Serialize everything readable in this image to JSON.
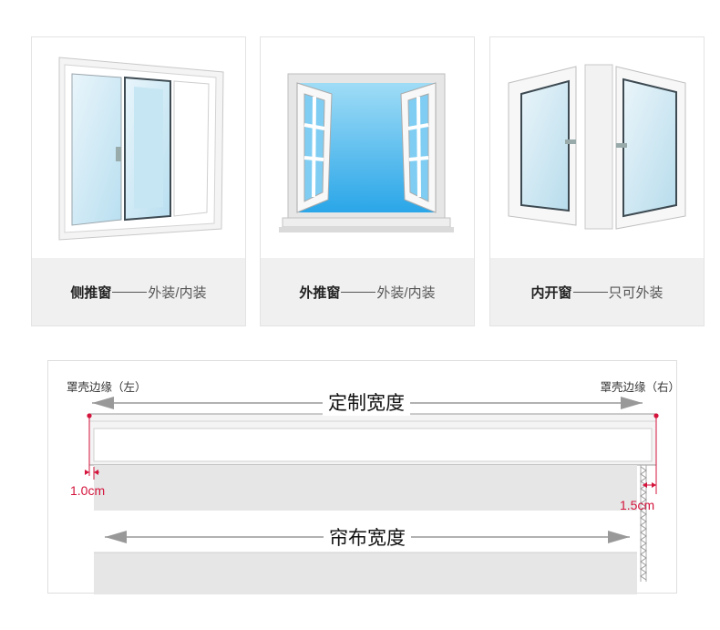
{
  "cards": [
    {
      "name": "侧推窗",
      "note": "外装/内装"
    },
    {
      "name": "外推窗",
      "note": "外装/内装"
    },
    {
      "name": "内开窗",
      "note": "只可外装"
    }
  ],
  "diagram": {
    "left_label": "罩壳边缘（左）",
    "right_label": "罩壳边缘（右）",
    "custom_width": "定制宽度",
    "curtain_width": "帘布宽度",
    "left_gap": "1.0cm",
    "right_gap": "1.5cm"
  },
  "colors": {
    "accent_red": "#d4143c",
    "caption_bg": "#f0f0f0",
    "sky": "#38b6f0"
  }
}
